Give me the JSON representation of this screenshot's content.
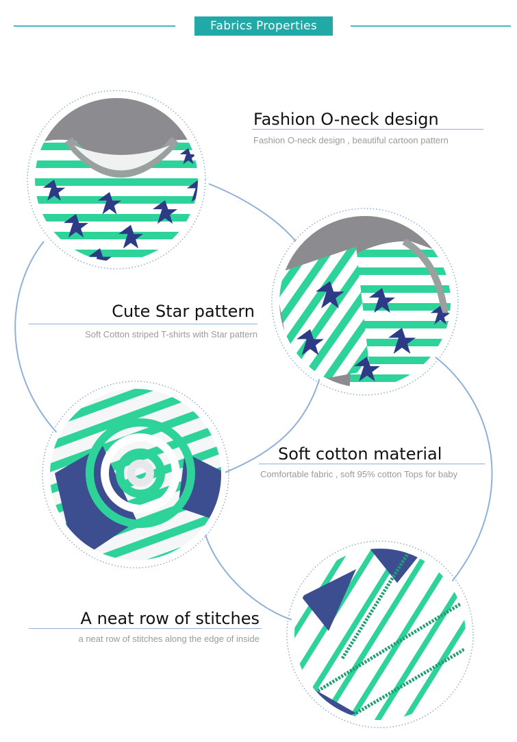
{
  "header": {
    "badge_label": "Fabrics Properties"
  },
  "features": [
    {
      "title": "Fashion O-neck design",
      "desc": "Fashion  O-neck design , beautiful  cartoon pattern"
    },
    {
      "title": "Cute Star pattern",
      "desc": "Soft Cotton striped T-shirts with Star pattern"
    },
    {
      "title": "Soft cotton material",
      "desc": "Comfortable fabric ,   soft  95% cotton Tops for baby"
    },
    {
      "title": "A neat row of stitches",
      "desc": "a neat row of stitches along the edge of inside"
    }
  ],
  "colors": {
    "accent": "#20a9a6",
    "stripe_green": "#2ed39a",
    "star_navy": "#2d3a86",
    "connector": "#8fb0d8"
  }
}
